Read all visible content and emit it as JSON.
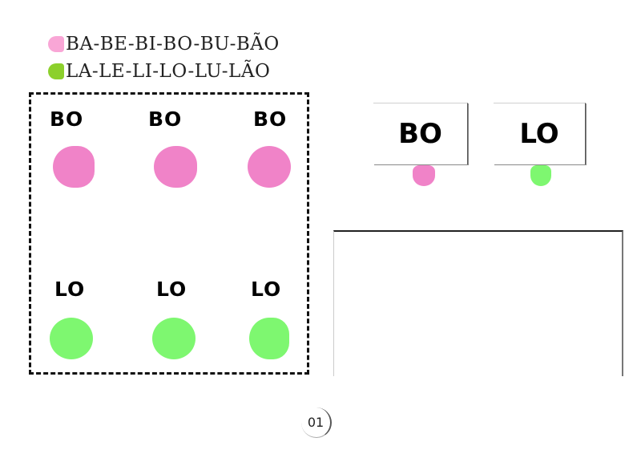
{
  "colors": {
    "pink": "#f083c8",
    "green": "#7ef770",
    "legend_pink": "#f9a6d6",
    "legend_green": "#8cd02c"
  },
  "legend": [
    {
      "text": "BA-BE-BI-BO-BU-BÃO"
    },
    {
      "text": "LA-LE-LI-LO-LU-LÃO"
    }
  ],
  "box": {
    "top_row": [
      "BO",
      "BO",
      "BO"
    ],
    "bottom_row": [
      "LO",
      "LO",
      "LO"
    ]
  },
  "cards": [
    {
      "label": "BO"
    },
    {
      "label": "LO"
    }
  ],
  "page": {
    "number": "01"
  }
}
